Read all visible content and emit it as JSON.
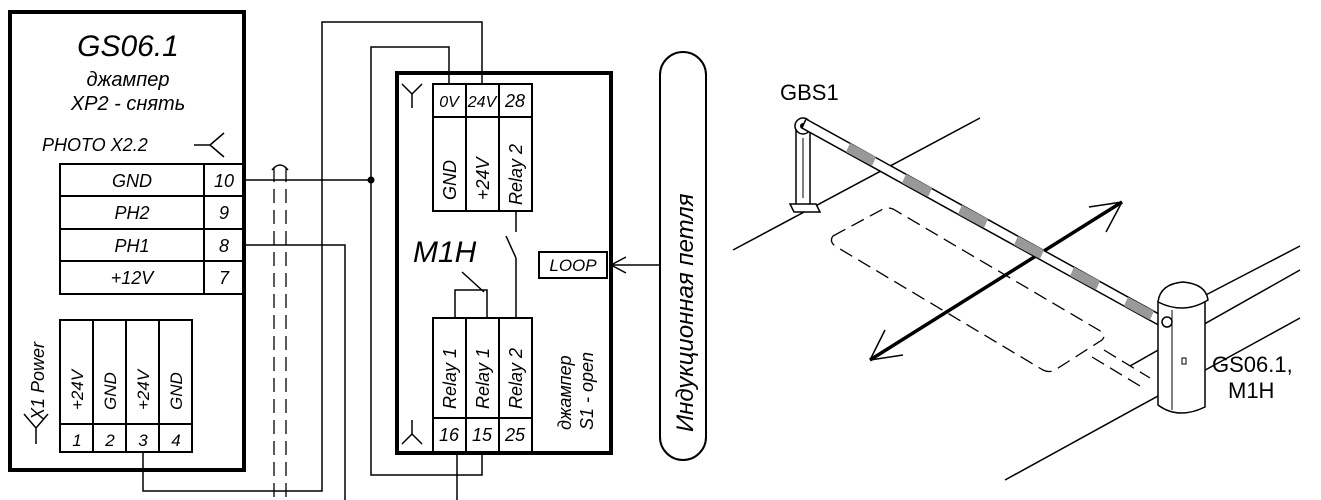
{
  "gs06": {
    "title": "GS06.1",
    "jumper_line1": "джампер",
    "jumper_line2": "XP2 - снять",
    "photo_connector": "PHOTO X2.2",
    "photo_pins": [
      {
        "name": "GND",
        "num": "10"
      },
      {
        "name": "PH2",
        "num": "9"
      },
      {
        "name": "PH1",
        "num": "8"
      },
      {
        "name": "+12V",
        "num": "7"
      }
    ],
    "power_connector": "X1 Power",
    "power_pins": [
      {
        "name": "+24V",
        "num": "1"
      },
      {
        "name": "GND",
        "num": "2"
      },
      {
        "name": "+24V",
        "num": "3"
      },
      {
        "name": "GND",
        "num": "4"
      }
    ]
  },
  "m1h": {
    "title": "M1H",
    "top_pins": [
      {
        "num": "0V",
        "name": "GND"
      },
      {
        "num": "24V",
        "name": "+24V"
      },
      {
        "num": "28",
        "name": "Relay 2"
      }
    ],
    "bottom_pins": [
      {
        "num": "16",
        "name": "Relay 1"
      },
      {
        "num": "15",
        "name": "Relay 1"
      },
      {
        "num": "25",
        "name": "Relay 2"
      }
    ],
    "loop_label": "LOOP",
    "jumper_line1": "джампер",
    "jumper_line2": "S1 - open"
  },
  "loop_sensor": "Индукционная петля",
  "illustration": {
    "post_label": "GBS1",
    "unit_label_line1": "GS06.1,",
    "unit_label_line2": "M1H"
  }
}
